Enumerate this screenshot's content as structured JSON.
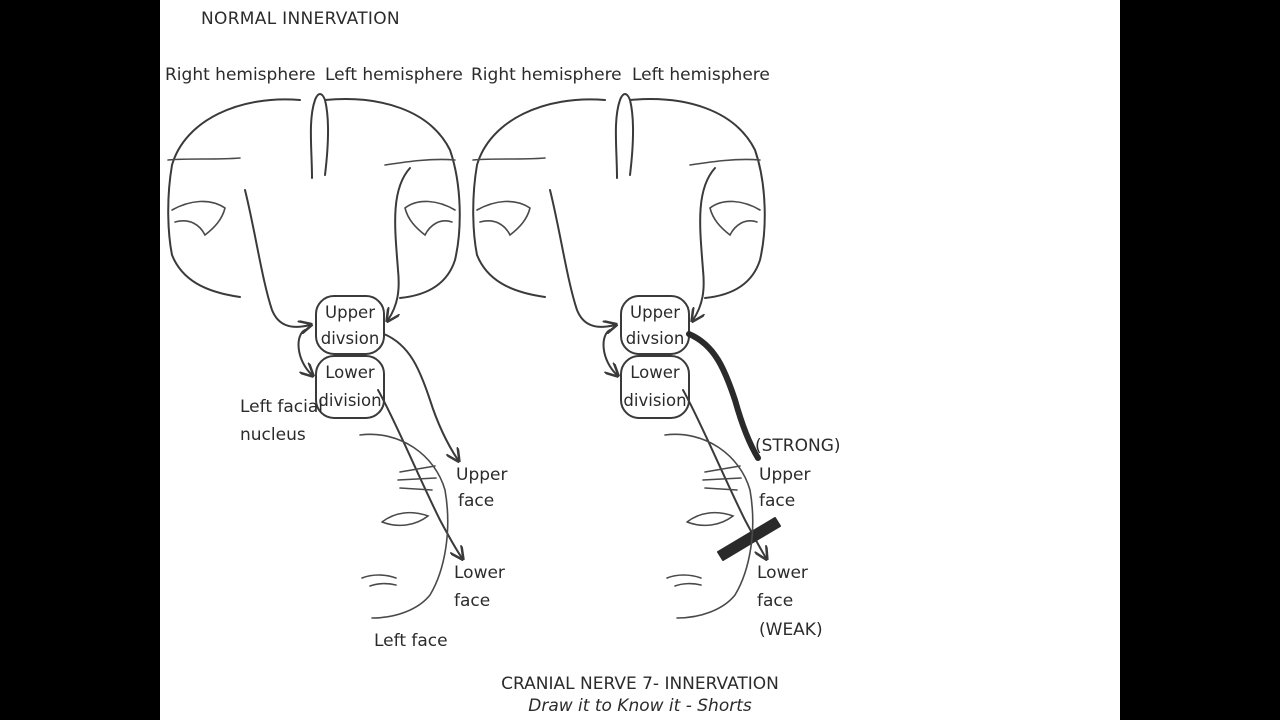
{
  "title": "NORMAL INNERVATION",
  "left_diagram": {
    "right_hemisphere": "Right hemisphere",
    "left_hemisphere": "Left hemisphere",
    "upper_box": [
      "Upper",
      "divsion"
    ],
    "lower_box": [
      "Lower",
      "division"
    ],
    "nucleus": [
      "Left facial",
      "nucleus"
    ],
    "upper_face": [
      "Upper",
      "face"
    ],
    "lower_face": [
      "Lower",
      "face"
    ],
    "left_face": "Left face"
  },
  "right_diagram": {
    "right_hemisphere": "Right hemisphere",
    "left_hemisphere": "Left hemisphere",
    "upper_box": [
      "Upper",
      "divsion"
    ],
    "lower_box": [
      "Lower",
      "division"
    ],
    "strong": "(STRONG)",
    "upper_face": [
      "Upper",
      "face"
    ],
    "lower_face": [
      "Lower",
      "face"
    ],
    "weak": "(WEAK)"
  },
  "footer": {
    "title": "CRANIAL NERVE 7- INNERVATION",
    "subtitle": "Draw it to Know it - Shorts"
  },
  "colors": {
    "canvas": "#ffffff",
    "letterbox": "#000000",
    "ink": "#2b2b2b"
  }
}
